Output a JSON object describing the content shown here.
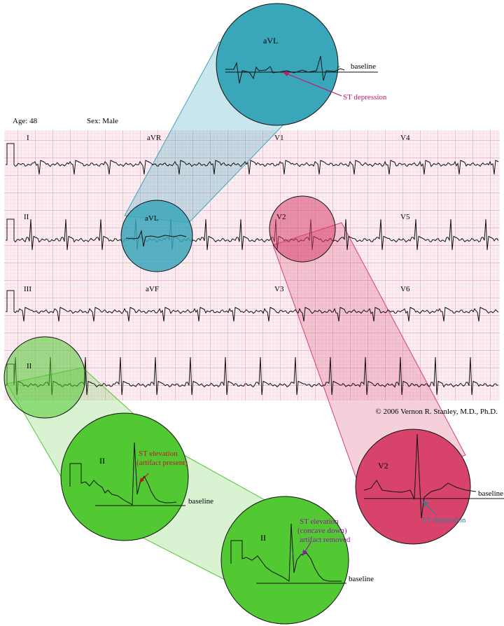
{
  "header": {
    "age": "Age:  48",
    "sex": "Sex:  Male"
  },
  "leads": [
    "I",
    "aVR",
    "V1",
    "V4",
    "II",
    "aVL",
    "V2",
    "V5",
    "III",
    "aVF",
    "V3",
    "V6",
    "II"
  ],
  "copyright": "© 2006 Vernon R. Stanley, M.D., Ph.D.",
  "callouts": {
    "avl": {
      "lead": "aVL",
      "baseline": "baseline",
      "note": "ST depression"
    },
    "v2": {
      "lead": "V2",
      "baseline": "baseline",
      "note": "ST depression"
    },
    "ii_artifact": {
      "lead": "II",
      "baseline": "baseline",
      "note_line1": "ST elevation",
      "note_line2": "(artifact present)"
    },
    "ii_clean": {
      "lead": "II",
      "baseline": "baseline",
      "note_line1": "ST elevation",
      "note_line2": "(concave down)",
      "note_line3": "artifact removed"
    }
  },
  "colors": {
    "grid_bg": "#fbeef3",
    "grid_minor": "#f1b9cc",
    "grid_major": "#e48aa9",
    "teal": "#3aa6b9",
    "rose": "#d8436b",
    "green": "#52c932",
    "note_magenta": "#c0186a",
    "note_red": "#c0182a",
    "note_purple": "#8a1aa0",
    "note_teal": "#2f7f95"
  }
}
